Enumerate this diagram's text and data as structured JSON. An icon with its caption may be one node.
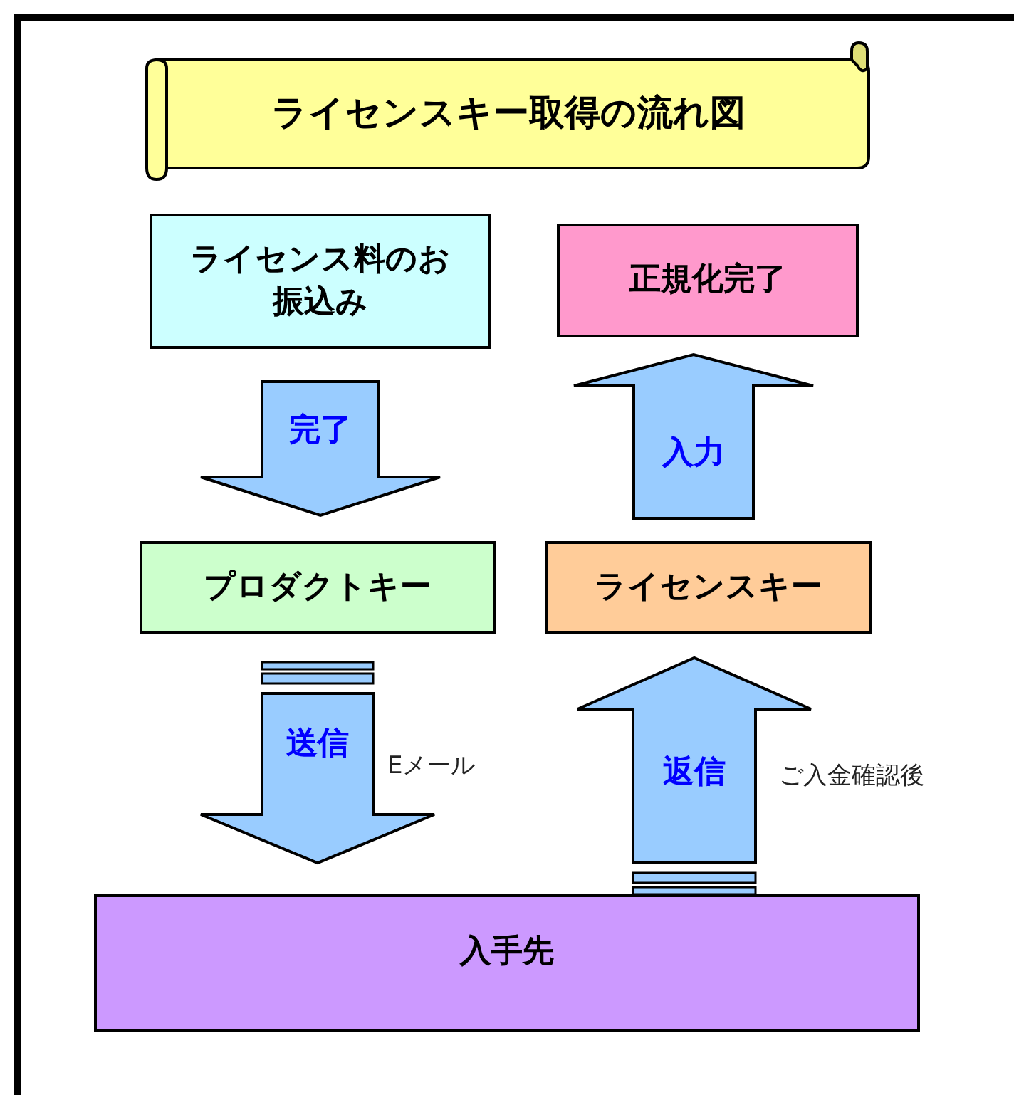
{
  "diagram": {
    "title": "ライセンスキー取得の流れ図",
    "nodes": [
      {
        "text": [
          "ライセンス料のお振込み"
        ]
      },
      {
        "text": [
          "正規化完了"
        ]
      },
      {
        "text": [
          "プロダクトキー"
        ]
      },
      {
        "text": [
          "ライセンスキー"
        ]
      },
      {
        "text": [
          "入手先"
        ]
      }
    ],
    "edges": [
      {
        "from": 0,
        "to": 2,
        "arrow": "to",
        "label": "完了"
      },
      {
        "from": 3,
        "to": 1,
        "arrow": "to",
        "label": "入力"
      },
      {
        "from": 2,
        "to": 4,
        "arrow": "to",
        "label": "送信"
      },
      {
        "from": 4,
        "to": 3,
        "arrow": "to",
        "label": "返信"
      }
    ],
    "labels": [
      "Eメール",
      "ご入金確認後"
    ]
  }
}
